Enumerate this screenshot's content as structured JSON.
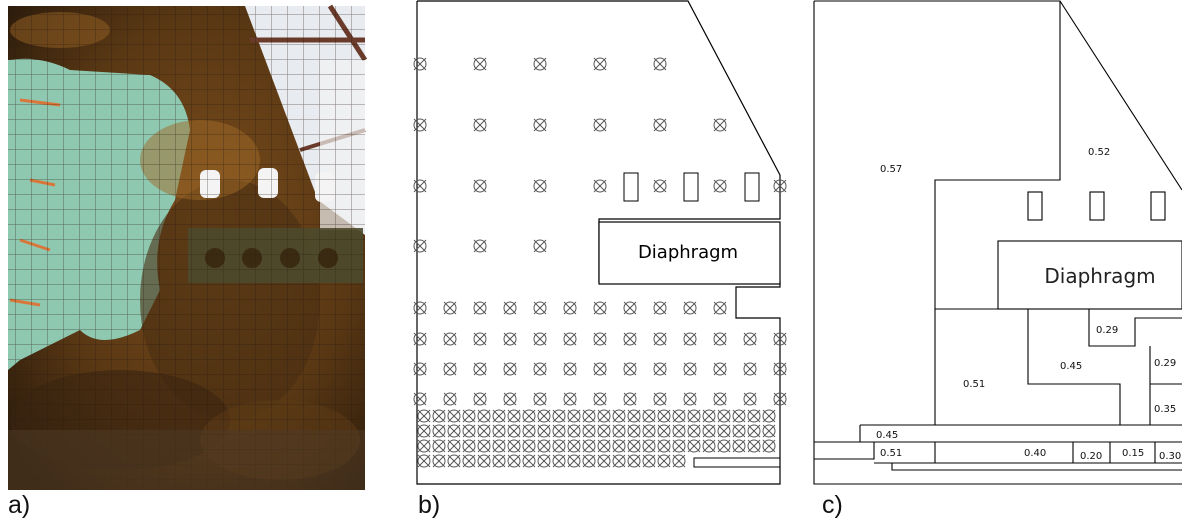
{
  "panels": {
    "a": {
      "label": "a)"
    },
    "b": {
      "label": "b)",
      "diaphragm": "Diaphragm"
    },
    "c": {
      "label": "c)",
      "diaphragm": "Diaphragm",
      "values": {
        "r057": "0.57",
        "r052": "0.52",
        "r029a": "0.29",
        "r045": "0.45",
        "r029b": "0.29",
        "r051a": "0.51",
        "r035": "0.35",
        "r045b": "0.45",
        "r051b": "0.51",
        "r040": "0.40",
        "r020": "0.20",
        "r015": "0.15",
        "r030": "0.30"
      }
    }
  },
  "colors": {
    "rust_dark": "#3a2510",
    "rust_mid": "#6b4318",
    "rust_orange": "#b8772a",
    "paint_green": "#8fc8b0",
    "line": "#000000",
    "marker": "#555555"
  }
}
